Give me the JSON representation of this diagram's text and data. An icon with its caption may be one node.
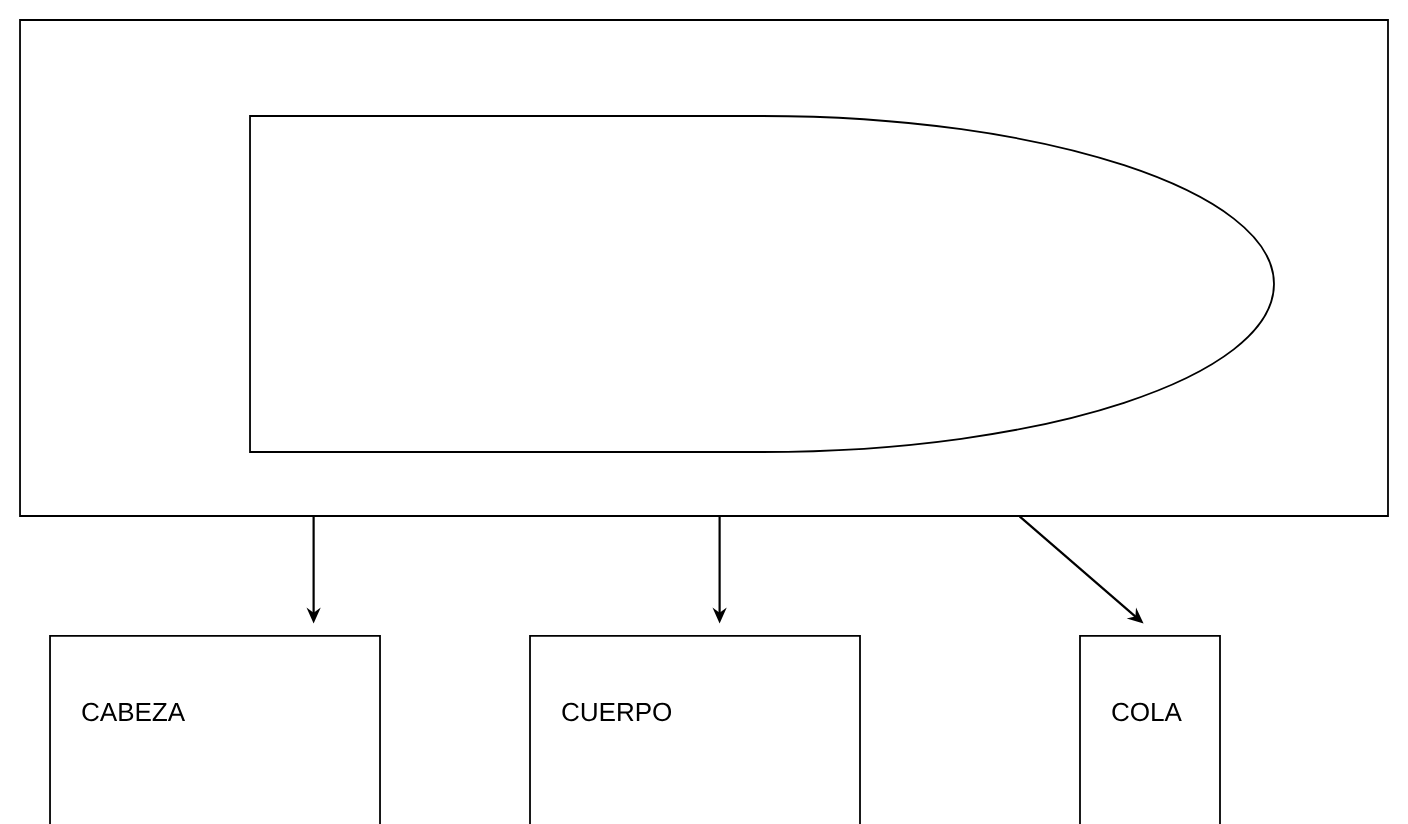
{
  "diagram": {
    "nodes": [
      {
        "text": [],
        "shape": "box"
      },
      {
        "text": [],
        "shape": "bullet",
        "in": 0
      },
      {
        "text": [
          "CABEZA"
        ]
      },
      {
        "text": [
          "CUERPO"
        ]
      },
      {
        "text": [
          "COLA"
        ]
      }
    ],
    "edges": [
      {
        "from": 0,
        "to": 2,
        "arrow": "to"
      },
      {
        "from": 0,
        "to": 3,
        "arrow": "to"
      },
      {
        "from": 0,
        "to": 4,
        "arrow": "to"
      }
    ]
  }
}
